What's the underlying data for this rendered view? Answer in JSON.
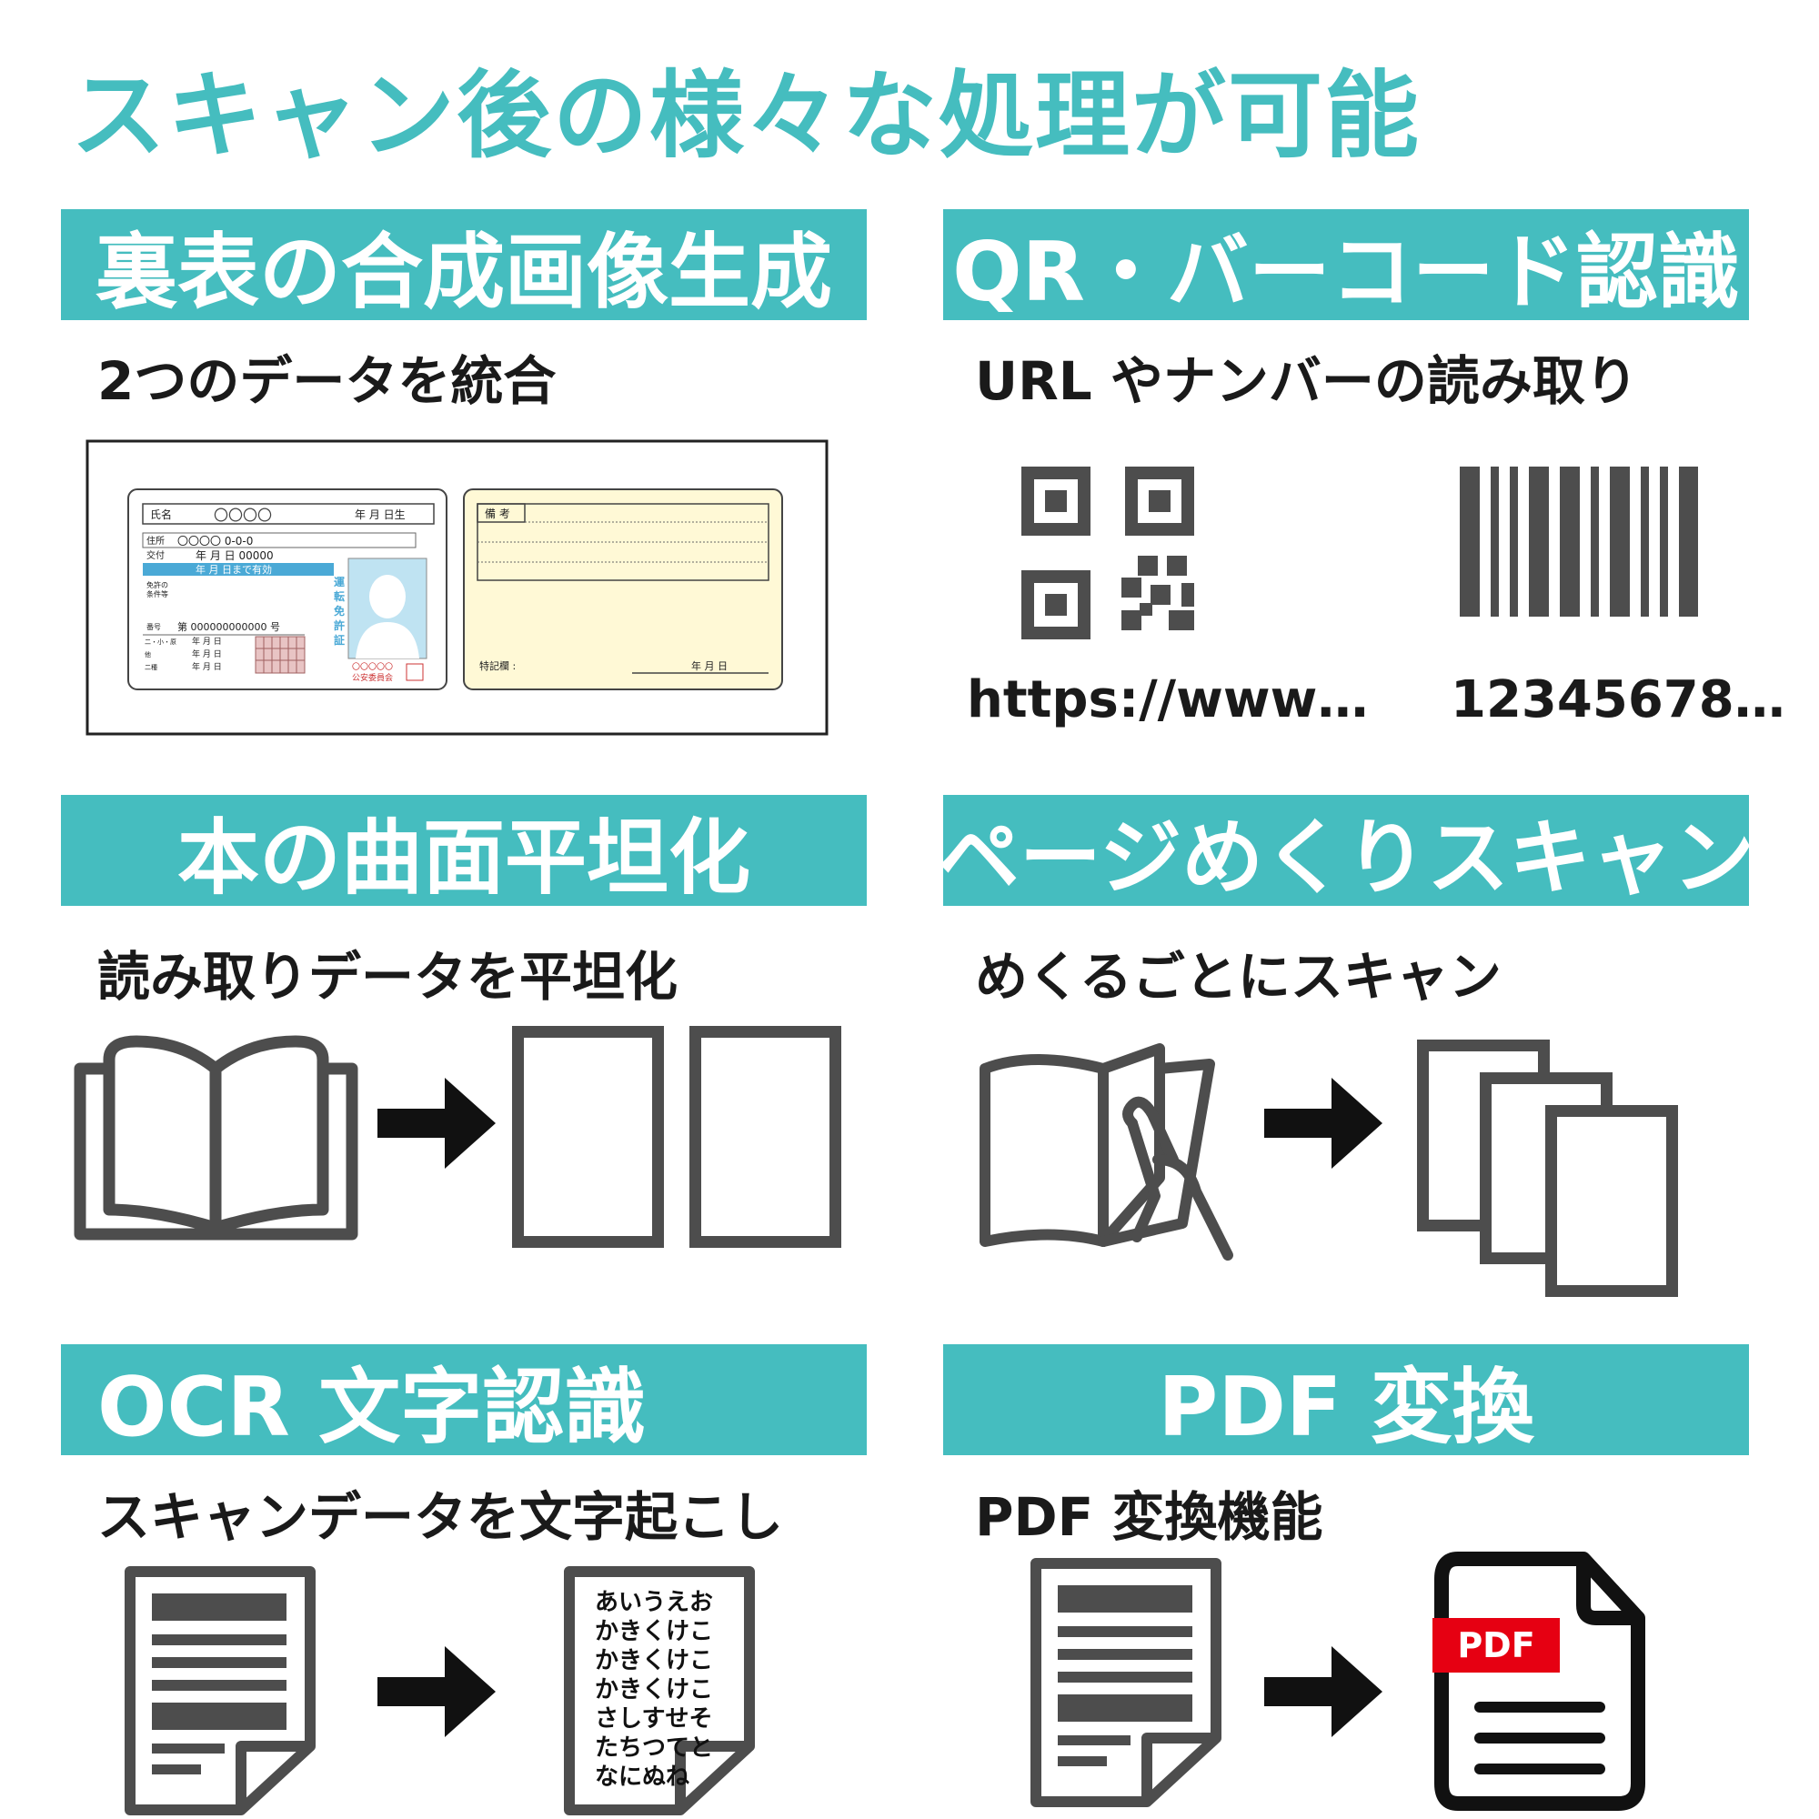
{
  "title": "スキャン後の様々な処理が可能",
  "colors": {
    "accent": "#45bdbf",
    "icon": "#4d4d4d",
    "pdf_badge": "#e60012"
  },
  "sections": {
    "merge": {
      "heading": "裏表の合成画像生成",
      "caption": "2つのデータを統合",
      "license_front": {
        "name_label": "氏名",
        "name_value": "〇〇〇〇",
        "birth": "年 月 日生",
        "address_label": "住所",
        "address_value": "〇〇〇〇 0-0-0",
        "issue_label": "交付",
        "issue_value": "年 月 日 00000",
        "valid_value": "年 月 日まで有効",
        "conditions_label1": "免許の",
        "conditions_label2": "条件等",
        "number_label": "番号",
        "number_value": "第 000000000000 号",
        "class_label1": "二・小・原",
        "class_label2": "他",
        "class_label3": "二種",
        "date_row": "年 月 日",
        "license_type_1": "運",
        "license_type_2": "転",
        "license_type_3": "免",
        "license_type_4": "許",
        "license_type_5": "証",
        "commission_mark": "〇〇〇〇〇",
        "commission": "公安委員会"
      },
      "license_back": {
        "remarks_label": "備 考",
        "special_label": "特記欄 :",
        "date_label": "年 月 日"
      }
    },
    "code": {
      "heading": "QR・バーコード認識",
      "caption": "URL やナンバーの読み取り",
      "qr_value": "https://www…",
      "barcode_value": "12345678…"
    },
    "flatten": {
      "heading": "本の曲面平坦化",
      "caption": "読み取りデータを平坦化"
    },
    "page_turn": {
      "heading": "ページめくりスキャン",
      "caption": "めくるごとにスキャン"
    },
    "ocr": {
      "heading": "OCR 文字認識",
      "caption": "スキャンデータを文字起こし",
      "ocr_lines": [
        "あいうえお",
        "かきくけこ",
        "かきくけこ",
        "かきくけこ",
        "さしすせそ",
        "たちつてと",
        "なにぬね"
      ]
    },
    "pdf": {
      "heading": "PDF 変換",
      "caption": "PDF 変換機能",
      "badge": "PDF"
    }
  }
}
